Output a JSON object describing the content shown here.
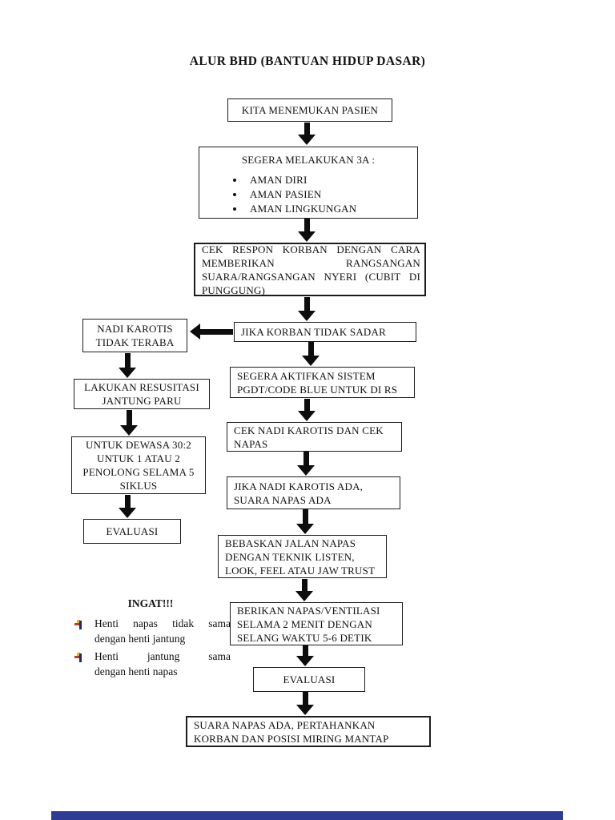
{
  "page": {
    "title": "ALUR BHD (BANTUAN HIDUP DASAR)"
  },
  "flow": {
    "find_patient": {
      "text": "KITA MENEMUKAN PASIEN"
    },
    "do_3a": {
      "heading": "SEGERA MELAKUKAN 3A :",
      "items": [
        "AMAN DIRI",
        "AMAN PASIEN",
        "AMAN LINGKUNGAN"
      ]
    },
    "check_response": {
      "lines": [
        "CEK RESPON KORBAN DENGAN CARA",
        "MEMBERIKAN RANGSANGAN",
        "SUARA/RANGSANGAN NYERI (CUBIT DI",
        "PUNGGUNG)"
      ]
    },
    "unconscious": {
      "text": "JIKA KORBAN TIDAK SADAR"
    },
    "left_branch": {
      "no_carotid_pulse": {
        "lines": [
          "NADI KAROTIS",
          "TIDAK TERABA"
        ]
      },
      "cpr": {
        "lines": [
          "LAKUKAN RESUSITASI",
          "JANTUNG PARU"
        ]
      },
      "adult_ratio": {
        "lines": [
          "UNTUK DEWASA 30:2",
          "UNTUK 1 ATAU 2",
          "PENOLONG SELAMA 5",
          "SIKLUS"
        ]
      },
      "evaluation": {
        "text": "EVALUASI"
      }
    },
    "right_branch": {
      "activate_system": {
        "lines": [
          "SEGERA AKTIFKAN SISTEM",
          "PGDT/CODE BLUE UNTUK DI RS"
        ]
      },
      "check_pulse_breath": {
        "lines": [
          "CEK NADI KAROTIS DAN CEK",
          "NAPAS"
        ]
      },
      "pulse_breath_present": {
        "lines": [
          "JIKA NADI KAROTIS ADA,",
          "SUARA NAPAS ADA"
        ]
      },
      "open_airway": {
        "lines": [
          "BEBASKAN JALAN NAPAS",
          "DENGAN TEKNIK LISTEN,",
          "LOOK, FEEL ATAU JAW TRUST"
        ]
      },
      "give_breaths": {
        "lines": [
          "BERIKAN NAPAS/VENTILASI",
          "SELAMA 2 MENIT DENGAN",
          "SELANG WAKTU 5-6 DETIK"
        ]
      },
      "evaluation": {
        "text": "EVALUASI"
      },
      "recovery_position": {
        "lines": [
          "SUARA  NAPAS ADA, PERTAHANKAN",
          "KORBAN DAN POSISI MIRING MANTAP"
        ]
      }
    },
    "reminder": {
      "heading": "INGAT!!!",
      "bullet_icon": "colored-arrow-bullet-icon",
      "items": [
        {
          "lines": [
            "Henti napas tidak sama",
            "dengan henti jantung"
          ]
        },
        {
          "lines": [
            "Henti jantung sama",
            "dengan henti napas"
          ]
        }
      ]
    }
  },
  "colors": {
    "box_border": "#1c1c1c",
    "arrow": "#0d0d0d",
    "footer_bar": "#2e3c94",
    "bullet_navy": "#1b2a6b",
    "bullet_red": "#c03a2b",
    "bullet_yellow": "#e3b622"
  }
}
